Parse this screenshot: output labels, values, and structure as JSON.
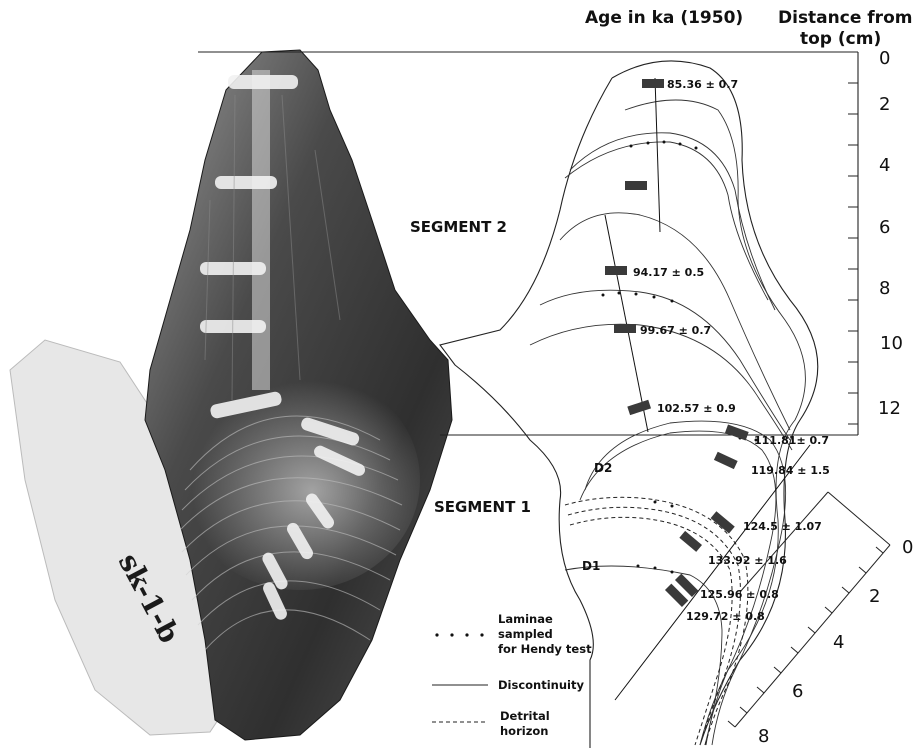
{
  "header": {
    "age_title": "Age in ka (1950)",
    "distance_title_line1": "Distance from",
    "distance_title_line2": "top (cm)"
  },
  "segments": {
    "segment2": "SEGMENT 2",
    "segment1": "SEGMENT 1"
  },
  "sample_label": "sk-1-b",
  "upper_scale_ticks": [
    "0",
    "2",
    "4",
    "6",
    "8",
    "10",
    "12"
  ],
  "lower_scale_ticks": [
    "0",
    "2",
    "4",
    "6",
    "8"
  ],
  "ages": [
    "85.36 ± 0.7",
    "94.17 ± 0.5",
    "99.67 ± 0.7",
    "102.57 ± 0.9",
    "111.81± 0.7",
    "119.84 ± 1.5",
    "124.5 ± 1.07",
    "133.92 ± 1.6",
    "125.96 ± 0.8",
    "129.72 ± 0.8"
  ],
  "discontinuity_labels": [
    "D2",
    "D1"
  ],
  "legend": {
    "hendy_line1": "Laminae",
    "hendy_line2": "sampled",
    "hendy_line3": "for Hendy test",
    "discontinuity": "Discontinuity",
    "detrital_line1": "Detrital",
    "detrital_line2": "horizon"
  },
  "colors": {
    "bar": "#3a3a3a",
    "line": "#222222",
    "photo_dark": "#2b2b2b",
    "photo_light": "#e6e6e6"
  }
}
